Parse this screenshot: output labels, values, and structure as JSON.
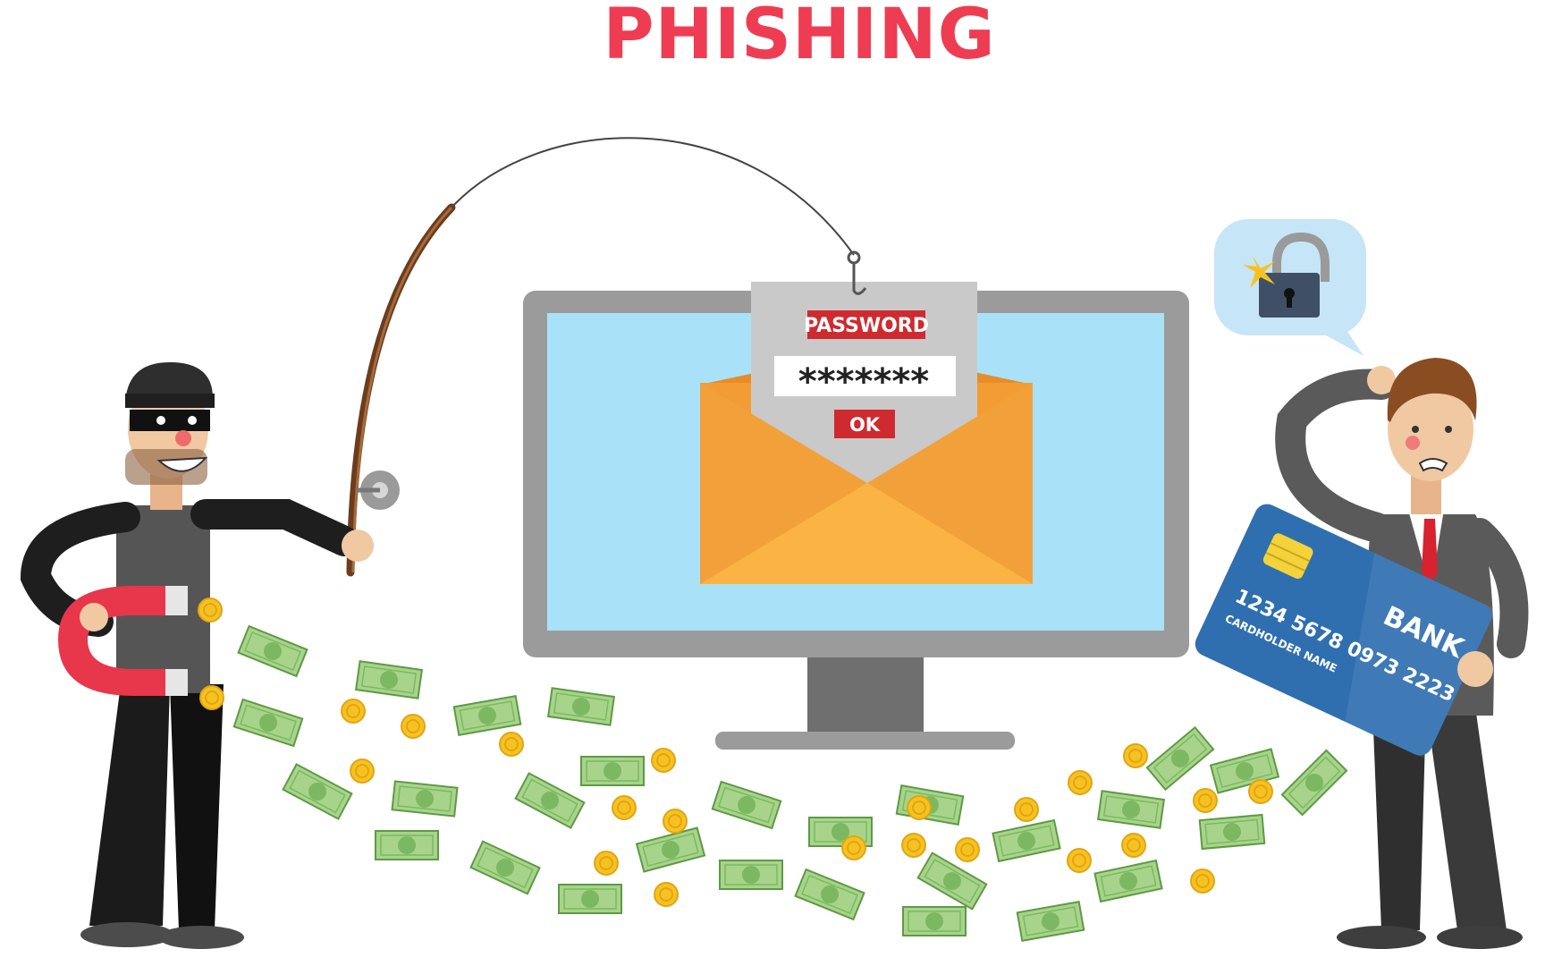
{
  "title": "PHISHING",
  "login_popup": {
    "label": "PASSWORD",
    "masked_value": "*******",
    "button": "OK"
  },
  "credit_card": {
    "brand": "BANK",
    "number": "1234 5678 0973 2223",
    "holder": "CARDHOLDER NAME"
  },
  "colors": {
    "title": "#ee3d52",
    "screen": "#a9e2f8",
    "monitor": "#9b9b9b",
    "envelope": "#f39c33",
    "badge_red": "#cf2a2f",
    "card_blue": "#2f6fb0",
    "magnet": "#e8364a",
    "money": "#a7d48a",
    "coin": "#f7c221"
  },
  "icons": [
    "fishing-rod-icon",
    "fish-hook-icon",
    "envelope-icon",
    "padlock-icon",
    "magnet-icon",
    "credit-card-icon",
    "dollar-bill-icon",
    "coin-icon"
  ]
}
